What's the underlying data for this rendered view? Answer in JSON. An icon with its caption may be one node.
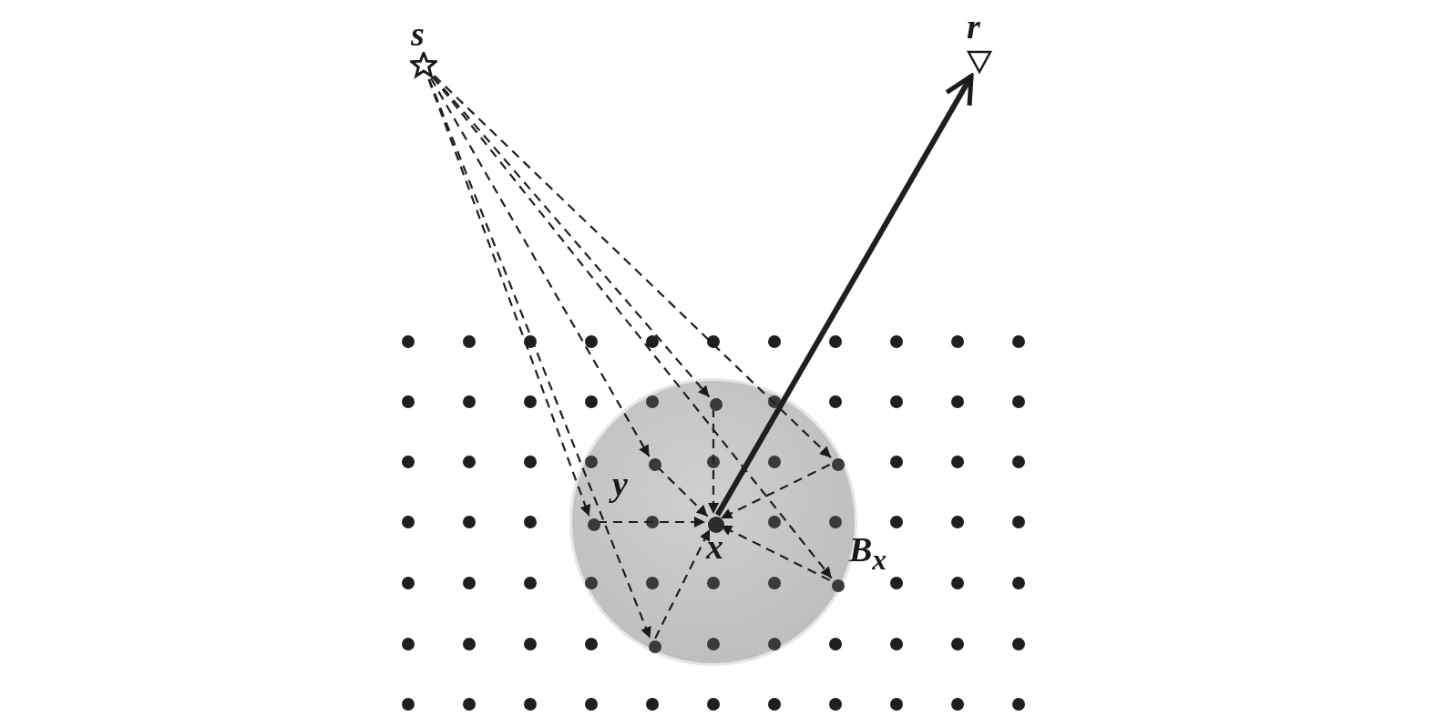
{
  "diagram": {
    "nodes": [
      {
        "text": [
          "s"
        ]
      },
      {
        "text": [
          "r"
        ]
      },
      {
        "text": [
          "B$_{x}$"
        ]
      },
      {
        "text": [
          "x"
        ],
        "in": 2
      },
      {
        "text": [],
        "shape": "circle",
        "in": 2
      },
      {
        "text": [],
        "shape": "circle",
        "in": 2
      },
      {
        "text": [],
        "shape": "circle",
        "in": 2
      },
      {
        "text": [],
        "shape": "circle",
        "in": 2
      },
      {
        "text": [],
        "shape": "circle",
        "in": 2
      },
      {
        "text": [],
        "shape": "circle",
        "in": 2
      }
    ],
    "edges": [
      {
        "from": 0,
        "to": 4,
        "arrow": "to",
        "style": "dashed"
      },
      {
        "from": 0,
        "to": 5,
        "arrow": "to",
        "style": "dashed"
      },
      {
        "from": 0,
        "to": 6,
        "arrow": "to",
        "style": "dashed"
      },
      {
        "from": 0,
        "to": 7,
        "arrow": "to",
        "style": "dashed"
      },
      {
        "from": 0,
        "to": 8,
        "arrow": "to",
        "style": "dashed"
      },
      {
        "from": 0,
        "to": 9,
        "arrow": "to",
        "style": "dashed"
      },
      {
        "from": 4,
        "to": 3,
        "arrow": "to",
        "style": "dashed"
      },
      {
        "from": 5,
        "to": 3,
        "arrow": "to",
        "style": "dashed"
      },
      {
        "from": 6,
        "to": 3,
        "arrow": "to",
        "style": "dashed"
      },
      {
        "from": 7,
        "to": 3,
        "arrow": "to",
        "style": "dashed"
      },
      {
        "from": 8,
        "to": 3,
        "arrow": "to",
        "style": "dashed"
      },
      {
        "from": 9,
        "to": 3,
        "arrow": "to",
        "style": "dashed"
      },
      {
        "from": 3,
        "to": 1,
        "arrow": "to",
        "style": "thick"
      }
    ],
    "labels": [
      "y"
    ]
  }
}
